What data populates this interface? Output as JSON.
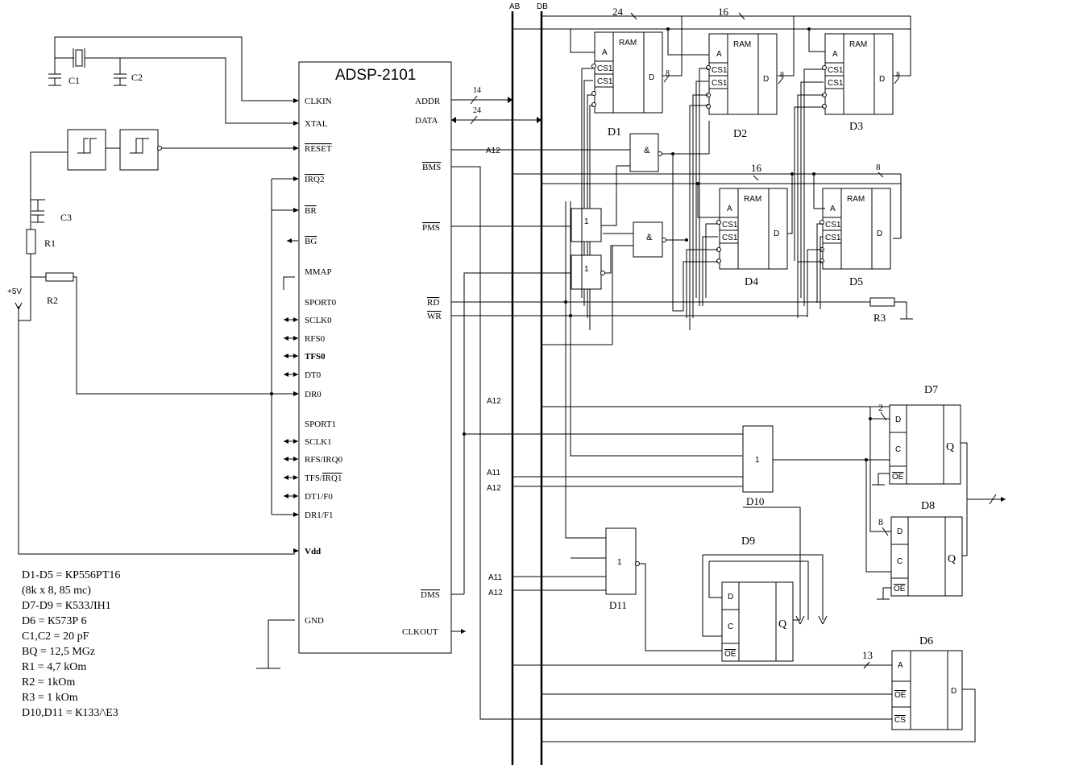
{
  "processor": {
    "title": "ADSP-2101",
    "pins_left": [
      "CLKIN",
      "XTAL",
      "RESET",
      "IRQ2",
      "BR",
      "BG",
      "MMAP",
      "SPORT0",
      "SCLK0",
      "RFS0",
      "TFS0",
      "DT0",
      "DR0",
      "SPORT1",
      "SCLK1",
      "RFS/IRQ0",
      "TFS/IRQ1",
      "DT1/F0",
      "DR1/F1",
      "Vdd",
      "GND"
    ],
    "pins_right": [
      "ADDR",
      "DATA",
      "BMS",
      "PMS",
      "RD",
      "WR",
      "DMS",
      "CLKOUT"
    ],
    "addr_width": "14",
    "data_width": "24"
  },
  "buses": {
    "address": "AB",
    "data": "DB"
  },
  "clock": {
    "c1": "C1",
    "c2": "C2"
  },
  "reset_circuit": {
    "c3": "C3",
    "r1": "R1",
    "r2": "R2",
    "supply": "+5V"
  },
  "ram_chips": {
    "labels": [
      "D1",
      "D2",
      "D3",
      "D4",
      "D5"
    ],
    "type": "RAM",
    "pin_a": "A",
    "pin_cs": "CS1",
    "pin_d": "D",
    "bus_24": "24",
    "bus_16": "16",
    "bus_8": "8"
  },
  "gates": {
    "and_symbol": "&",
    "or_symbol": "1",
    "signal_a12": "A12",
    "signal_a11": "A11"
  },
  "resistor_r3": "R3",
  "latches": {
    "d7": "D7",
    "d8": "D8",
    "d9": "D9",
    "pin_d": "D",
    "pin_c": "C",
    "pin_q": "Q",
    "pin_oe": "OE",
    "count_2": "2",
    "count_8": "8"
  },
  "decoders": {
    "d10": "D10",
    "d11": "D11"
  },
  "rom": {
    "label": "D6",
    "pin_a": "A",
    "pin_oe": "OE",
    "pin_cs": "CS",
    "pin_d": "D",
    "width": "13"
  },
  "legend": [
    "D1-D5 = КР556РТ16",
    "(8k x 8, 85 mc)",
    "D7-D9 = К533ЛН1",
    "D6 = К573Р   6",
    "C1,C2 = 20 pF",
    "BQ = 12,5  MGz",
    "R1 = 4,7 kOm",
    "R2 = 1kOm",
    "R3 = 1 kOm",
    "D10,D11 = К133/\\Е3"
  ]
}
